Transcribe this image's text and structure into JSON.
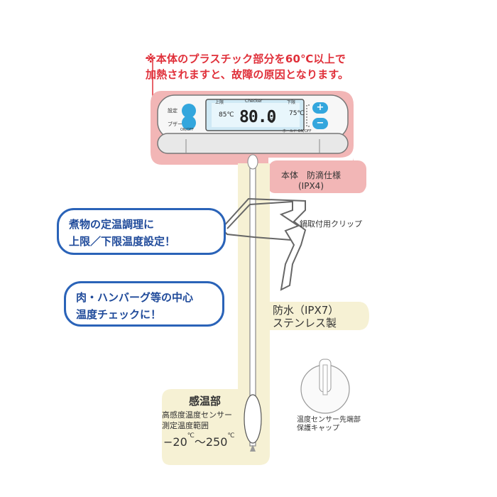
{
  "warning": {
    "line1": "※本体のプラスチック部分を60℃以上で",
    "line2": "加熱されますと、故障の原因となります。"
  },
  "device": {
    "set_label": "設定",
    "buzzer_label": "ブザー",
    "onoff_left": "ON/OFF",
    "onoff_right": "ホールド ON/OFF",
    "lcd_top_left": "上限",
    "lcd_top_mid": "Checker",
    "lcd_top_right": "下限",
    "lcd_main": "80.0",
    "lcd_unit": "℃",
    "lcd_left_value": "85℃",
    "lcd_right_value": "75℃",
    "plus_label": "+",
    "minus_label": "−"
  },
  "body_spec": {
    "line1": "本体　防滴仕様",
    "line2": "(IPX4)"
  },
  "callout_limits": {
    "line1": "煮物の定温調理に",
    "line2": "上限／下限温度設定！"
  },
  "callout_center": {
    "line1": "肉・ハンバーグ等の中心",
    "line2": "温度チェックに！"
  },
  "clip_label": "鍋取付用クリップ",
  "waterproof": {
    "line1": "防水（IPX7）",
    "line2": "ステンレス製"
  },
  "sensor": {
    "title": "感温部",
    "desc1": "高感度温度センサー",
    "desc2": "測定温度範囲",
    "range_min": "−20",
    "range_sep": "〜250",
    "unit": "℃"
  },
  "cap_label": {
    "line1": "温度センサー先端部",
    "line2": "保護キャップ"
  },
  "colors": {
    "warning_red": "#e0303a",
    "pink_band": "#f2b6b6",
    "cream_band": "#f6f1d4",
    "blue_border": "#2a63b8",
    "button_blue": "#33a6dd"
  }
}
